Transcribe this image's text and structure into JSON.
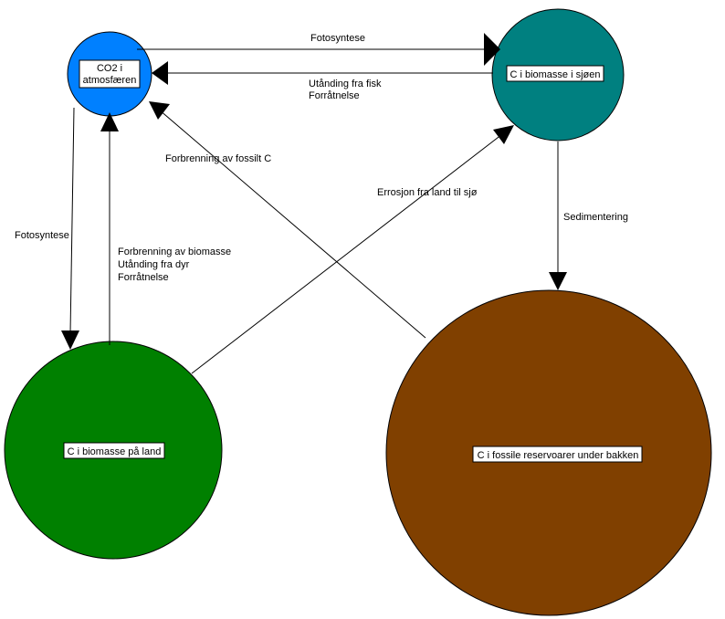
{
  "nodes": {
    "atmosphere": {
      "label_lines": [
        "CO2 i",
        "atmosfæren"
      ],
      "color": "#0080FF"
    },
    "sea": {
      "label_lines": [
        "C i biomasse i sjøen"
      ],
      "color": "#008080"
    },
    "land": {
      "label_lines": [
        "C i biomasse på land"
      ],
      "color": "#008000"
    },
    "fossil": {
      "label_lines": [
        "C i fossile reservoarer under bakken"
      ],
      "color": "#804000"
    }
  },
  "edges": {
    "atm_to_sea": {
      "label_lines": [
        "Fotosyntese"
      ]
    },
    "sea_to_atm": {
      "label_lines": [
        "Utånding fra fisk",
        "Forråtnelse"
      ]
    },
    "fossil_to_atm": {
      "label_lines": [
        "Forbrenning av fossilt C"
      ]
    },
    "land_to_sea": {
      "label_lines": [
        "Errosjon fra land til sjø"
      ]
    },
    "atm_to_land": {
      "label_lines": [
        "Fotosyntese"
      ]
    },
    "land_to_atm": {
      "label_lines": [
        "Forbrenning av biomasse",
        "Utånding fra dyr",
        "Forråtnelse"
      ]
    },
    "sea_to_fossil": {
      "label_lines": [
        "Sedimentering"
      ]
    }
  }
}
